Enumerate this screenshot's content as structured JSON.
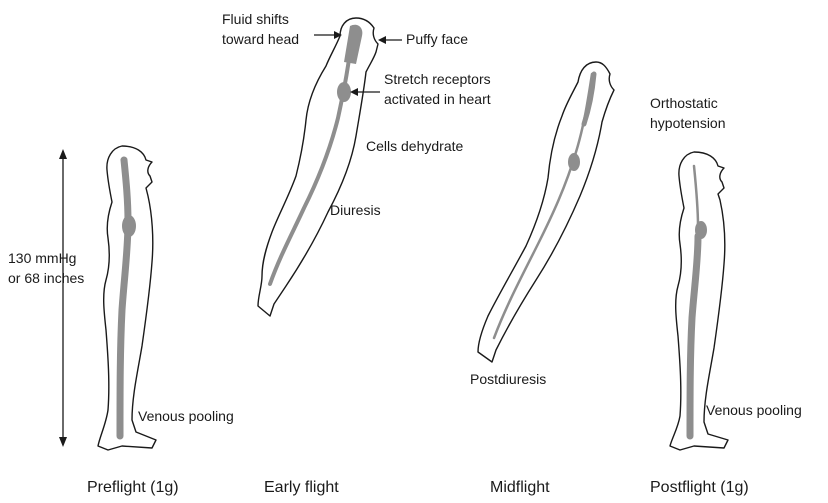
{
  "colors": {
    "outline": "#1a1a1a",
    "fluid": "#8e8e8e",
    "background": "#ffffff"
  },
  "figures": [
    {
      "caption": "Preflight (1g)"
    },
    {
      "caption": "Early flight"
    },
    {
      "caption": "Midflight"
    },
    {
      "caption": "Postflight (1g)"
    }
  ],
  "preflight": {
    "height_label_line1": "130 mmHg",
    "height_label_line2": "or 68 inches",
    "venous_pooling": "Venous pooling"
  },
  "early_flight": {
    "fluid_shift_line1": "Fluid shifts",
    "fluid_shift_line2": "toward head",
    "puffy_face": "Puffy face",
    "stretch_line1": "Stretch receptors",
    "stretch_line2": "activated in heart",
    "cells_dehydrate": "Cells dehydrate",
    "diuresis": "Diuresis"
  },
  "midflight": {
    "postdiuresis": "Postdiuresis"
  },
  "postflight": {
    "orthostatic_line1": "Orthostatic",
    "orthostatic_line2": "hypotension",
    "venous_pooling": "Venous pooling"
  }
}
